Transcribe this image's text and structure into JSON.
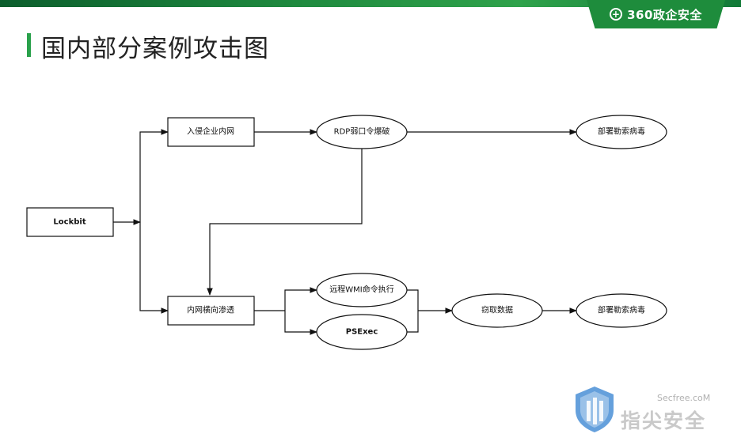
{
  "header": {
    "brand_label": "360政企安全",
    "brand_icon": "plus-circle-icon",
    "title": "国内部分案例攻击图",
    "accent_color": "#2aa14b"
  },
  "diagram": {
    "nodes": {
      "lockbit": "Lockbit",
      "intrude": "入侵企业内网",
      "rdp": "RDP弱口令爆破",
      "deploy_top": "部署勒索病毒",
      "lateral": "内网横向渗透",
      "wmi": "远程WMI命令执行",
      "psexec": "PSExec",
      "steal": "窃取数据",
      "deploy_bottom": "部署勒索病毒"
    },
    "edges": [
      [
        "lockbit",
        "intrude"
      ],
      [
        "lockbit",
        "lateral"
      ],
      [
        "intrude",
        "rdp"
      ],
      [
        "rdp",
        "deploy_top"
      ],
      [
        "rdp",
        "lateral"
      ],
      [
        "lateral",
        "wmi"
      ],
      [
        "lateral",
        "psexec"
      ],
      [
        "wmi",
        "steal"
      ],
      [
        "psexec",
        "steal"
      ],
      [
        "steal",
        "deploy_bottom"
      ]
    ]
  },
  "watermark": {
    "site": "Secfree.coM",
    "name": "指尖安全",
    "icon": "shield-icon"
  }
}
